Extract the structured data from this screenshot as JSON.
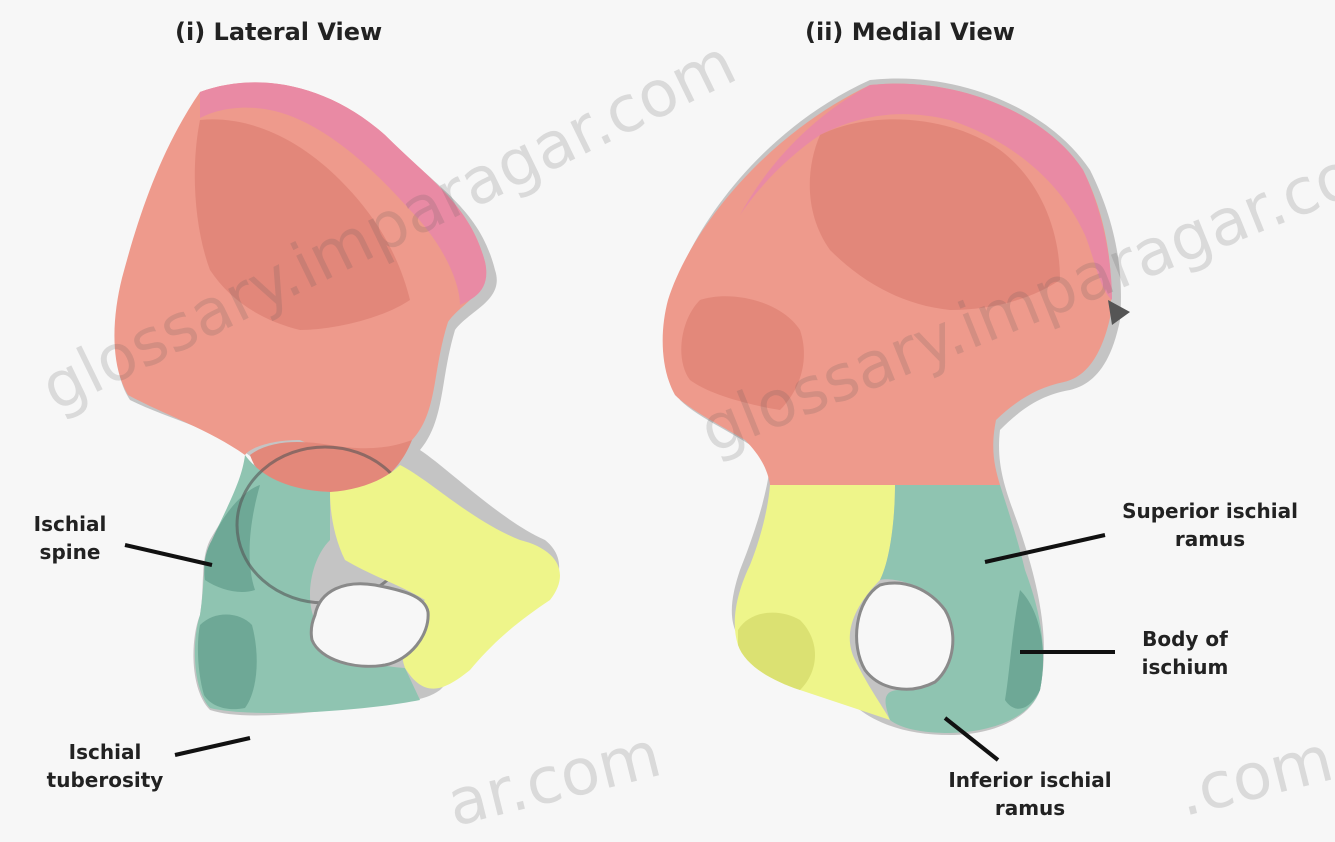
{
  "titles": {
    "left": "(i) Lateral View",
    "right": "(ii) Medial View"
  },
  "labels": {
    "ischial_spine": [
      "Ischial",
      "spine"
    ],
    "ischial_tuberosity": [
      "Ischial",
      "tuberosity"
    ],
    "superior_ischial_ramus": [
      "Superior ischial",
      "ramus"
    ],
    "body_of_ischium": [
      "Body of",
      "ischium"
    ],
    "inferior_ischial_ramus": [
      "Inferior ischial",
      "ramus"
    ]
  },
  "watermark": {
    "text_left": "glossary.imparagar.com",
    "text_right": "glossary.imparagar.com",
    "text_bottom_left": "ar.com",
    "text_bottom_right": ".com"
  },
  "colors": {
    "ilium": "#ee9a8c",
    "ilium_crest": "#e98aa4",
    "ischium": "#8fc4b1",
    "pubis": "#eef58a",
    "outline": "#8a8a8a",
    "background": "#f7f7f7"
  }
}
